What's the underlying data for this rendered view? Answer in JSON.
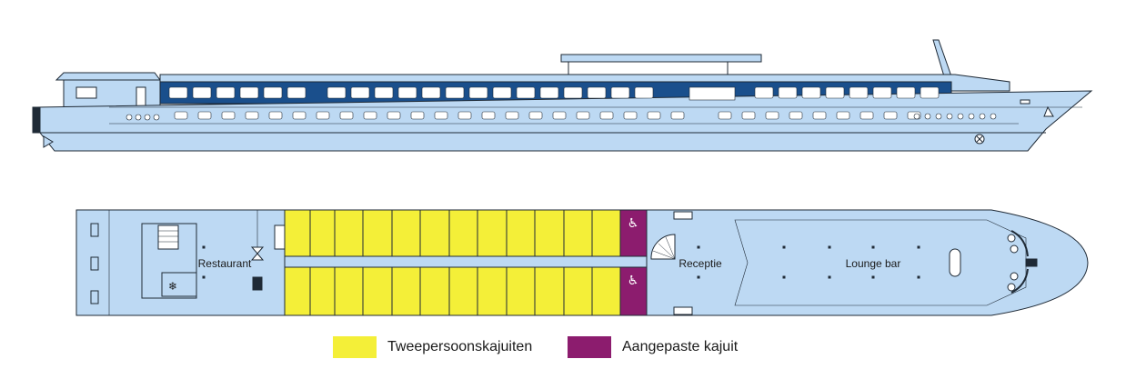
{
  "rooms": {
    "restaurant": "Restaurant",
    "reception": "Receptie",
    "lounge": "Lounge bar"
  },
  "legend": [
    {
      "label": "Tweepersoonskajuiten",
      "color": "#f4ef38"
    },
    {
      "label": "Aangepaste kajuit",
      "color": "#8c1c6e"
    }
  ],
  "colors": {
    "hull": "#bdd9f3",
    "outline": "#1f2a36",
    "window_band": "#1a4f8c",
    "double_cabin": "#f4ef38",
    "adapted_cabin": "#8c1c6e"
  },
  "icons": {
    "accessible": "wheelchair-icon",
    "cold_storage": "snowflake-icon"
  }
}
